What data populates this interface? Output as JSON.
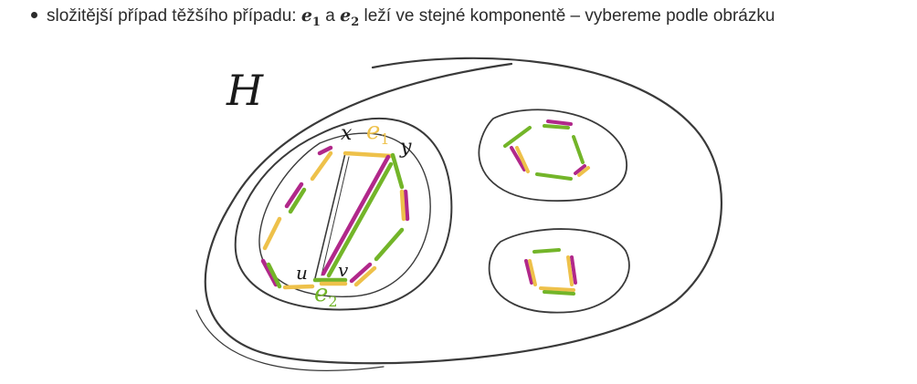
{
  "bullet": {
    "text_before": "složitější případ těžšího případu: ",
    "e1_base": "e",
    "e1_sub": "1",
    "connector": " a ",
    "e2_base": "e",
    "e2_sub": "2",
    "text_after": " leží ve stejné komponentě – vybereme podle obrázku"
  },
  "diagram": {
    "graph_label": "H",
    "vertex_x": "x",
    "vertex_y": "y",
    "vertex_u": "u",
    "vertex_v": "v",
    "edge1_base": "e",
    "edge1_sub": "1",
    "edge2_base": "e",
    "edge2_sub": "2",
    "colors": {
      "outline": "#3a3a3a",
      "yellow": "#eec14a",
      "magenta": "#b1288a",
      "green": "#73b529"
    }
  }
}
